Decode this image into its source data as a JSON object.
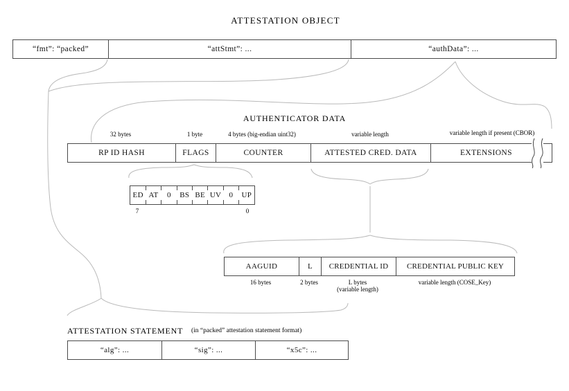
{
  "title": "ATTESTATION OBJECT",
  "attestation_object": {
    "cells": [
      {
        "label": "“fmt”: “packed”"
      },
      {
        "label": "“attStmt”: ..."
      },
      {
        "label": "“authData”: ..."
      }
    ]
  },
  "authenticator_data": {
    "heading": "AUTHENTICATOR DATA",
    "fields": [
      {
        "name": "RP ID HASH",
        "size": "32 bytes"
      },
      {
        "name": "FLAGS",
        "size": "1 byte"
      },
      {
        "name": "COUNTER",
        "size": "4 bytes (big-endian uint32)"
      },
      {
        "name": "ATTESTED CRED. DATA",
        "size": "variable length"
      },
      {
        "name": "EXTENSIONS",
        "size": "variable length if present (CBOR)"
      }
    ]
  },
  "flags_bits": {
    "bits": [
      "ED",
      "AT",
      "0",
      "BS",
      "BE",
      "UV",
      "0",
      "UP"
    ],
    "msb": "7",
    "lsb": "0"
  },
  "attested_credential_data": {
    "fields": [
      {
        "name": "AAGUID",
        "size": "16 bytes"
      },
      {
        "name": "L",
        "size": "2 bytes"
      },
      {
        "name": "CREDENTIAL ID",
        "size_line1": "L bytes",
        "size_line2": "(variable length)"
      },
      {
        "name": "CREDENTIAL PUBLIC KEY",
        "size": "variable length (COSE_Key)"
      }
    ]
  },
  "attestation_statement": {
    "heading": "ATTESTATION STATEMENT",
    "subheading": "(in “packed” attestation statement format)",
    "cells": [
      {
        "label": "“alg”: ..."
      },
      {
        "label": "“sig”: ..."
      },
      {
        "label": "“x5c”: ..."
      }
    ]
  }
}
